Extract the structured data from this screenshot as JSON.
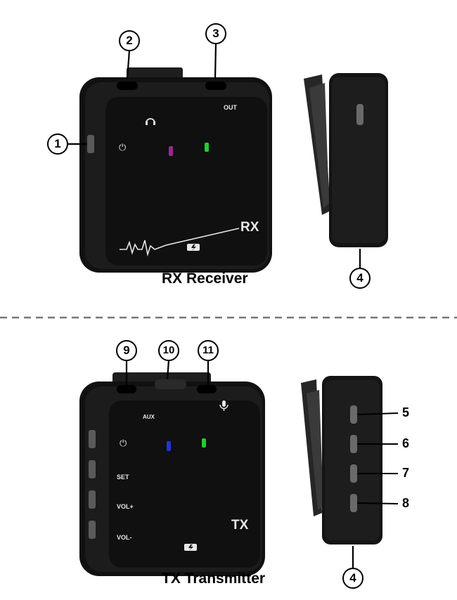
{
  "rx": {
    "caption": "RX Receiver",
    "face_labels": {
      "out": "OUT",
      "model": "RX"
    },
    "callouts": [
      "1",
      "2",
      "3",
      "4"
    ]
  },
  "tx": {
    "caption": "TX Transmitter",
    "face_labels": {
      "aux": "AUX",
      "set": "SET",
      "vol_up": "VOL+",
      "vol_down": "VOL-",
      "model": "TX"
    },
    "callouts_circled": [
      "9",
      "10",
      "11",
      "4"
    ],
    "callouts_plain": [
      "5",
      "6",
      "7",
      "8"
    ]
  },
  "colors": {
    "device_body": "#151515",
    "rx_led_purple": "#a0248c",
    "led_green": "#22cc33",
    "tx_led_blue": "#2233dd",
    "separator": "#777777"
  },
  "icons": [
    "headphone-icon",
    "power-icon",
    "battery-charge-icon",
    "microphone-icon",
    "waveform-icon"
  ]
}
